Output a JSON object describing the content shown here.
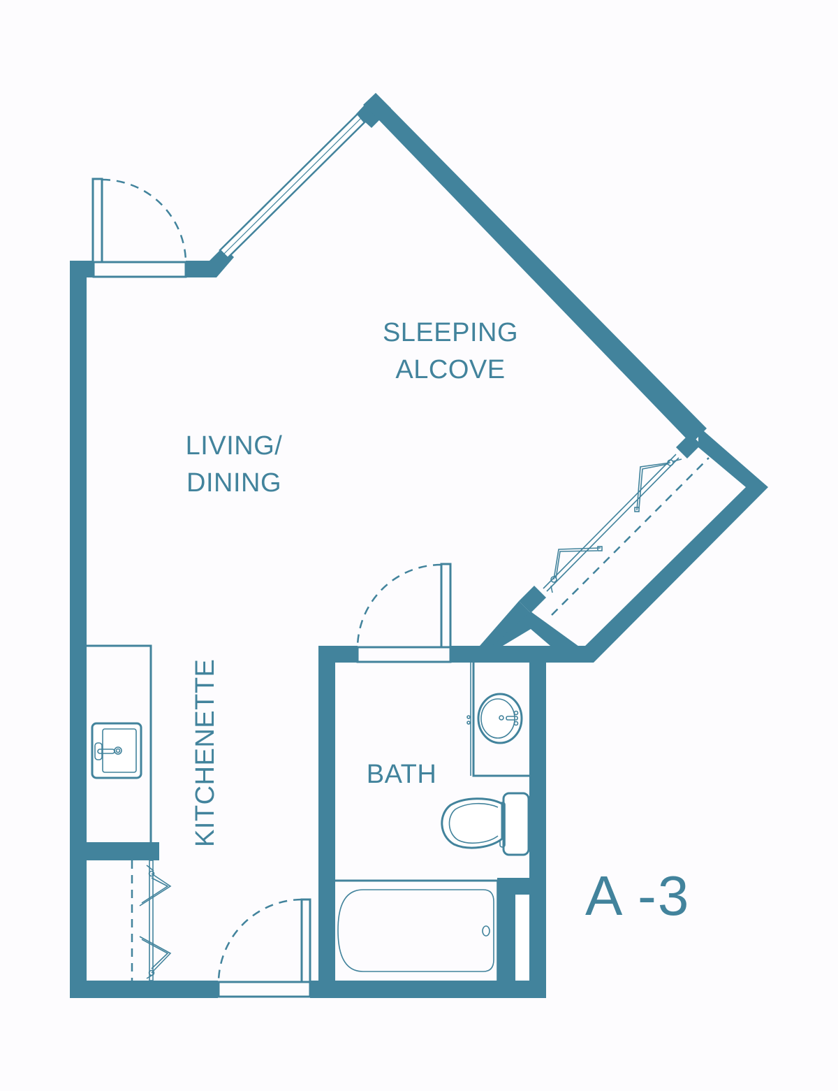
{
  "plan": {
    "unit_name": "A -3",
    "wall_color": "#42839c",
    "background_color": "#fdfcfe",
    "rooms": [
      {
        "id": "sleeping-alcove",
        "lines": [
          "SLEEPING",
          "ALCOVE"
        ]
      },
      {
        "id": "living-dining",
        "lines": [
          "LIVING/",
          "DINING"
        ]
      },
      {
        "id": "kitchenette",
        "lines": [
          "KITCHENETTE"
        ]
      },
      {
        "id": "bath",
        "lines": [
          "BATH"
        ]
      }
    ],
    "fixtures": [
      "entry-door",
      "balcony-door",
      "bath-door",
      "window",
      "closet-bifold-doors",
      "pantry-bifold-doors",
      "kitchen-sink",
      "bath-vanity-sink",
      "toilet",
      "bathtub",
      "linen-closet"
    ]
  }
}
